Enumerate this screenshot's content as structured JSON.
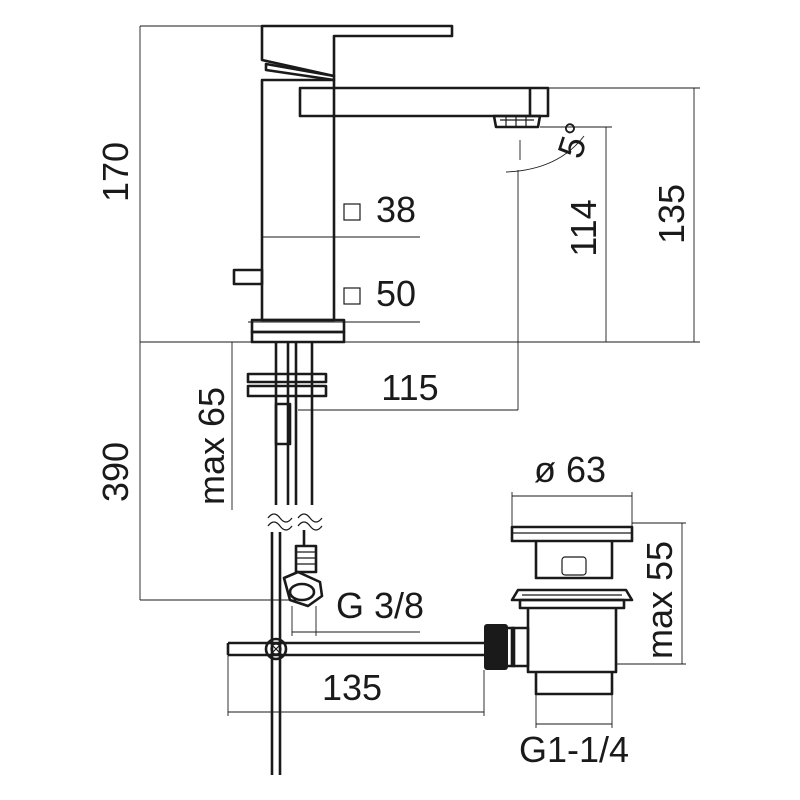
{
  "labels": {
    "height_total": "170",
    "body_square": "38",
    "base_square": "50",
    "spout_angle": "5°",
    "spout_outlet_height": "114",
    "spout_top_height": "135",
    "spout_reach": "115",
    "max_thickness": "max 65",
    "hose_length": "390",
    "hose_connection": "G 3/8",
    "waste_diameter": "ø 63",
    "waste_height": "max 55",
    "pull_rod_length": "135",
    "waste_thread": "G1-1/4"
  }
}
